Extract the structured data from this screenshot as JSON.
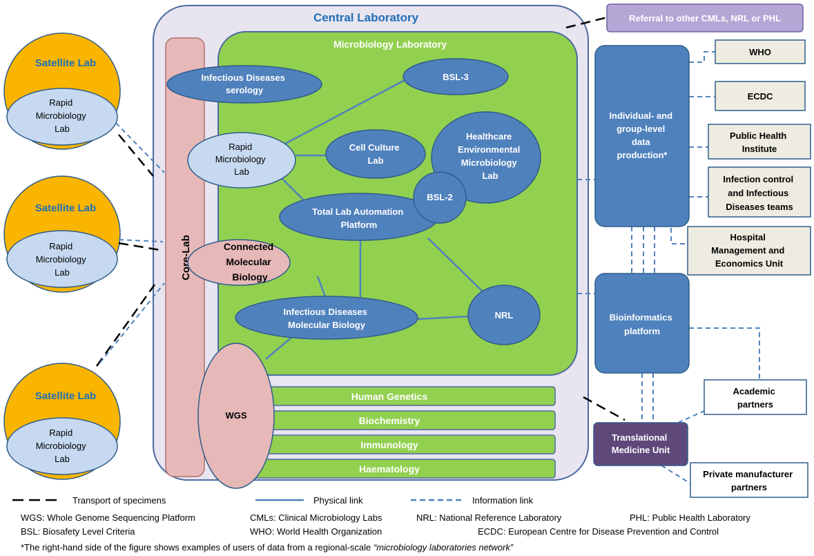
{
  "central": {
    "title": "Central Laboratory",
    "microbiology": {
      "title": "Microbiology Laboratory",
      "nodes": {
        "id_serology": [
          "Infectious Diseases",
          "serology"
        ],
        "bsl3": "BSL-3",
        "rapid": [
          "Rapid",
          "Microbiology",
          "Lab"
        ],
        "cell_culture": [
          "Cell Culture",
          "Lab"
        ],
        "healthcare_env": [
          "Healthcare",
          "Environmental",
          "Microbiology",
          "Lab"
        ],
        "bsl2": "BSL-2",
        "tla": [
          "Total Lab Automation",
          "Platform"
        ],
        "connected_mb": [
          "Connected",
          "Molecular",
          "Biology"
        ],
        "id_mb": [
          "Infectious Diseases",
          "Molecular Biology"
        ],
        "nrl": "NRL"
      }
    },
    "core_lab": "Core-Lab",
    "wgs": "WGS",
    "bars": [
      "Human Genetics",
      "Biochemistry",
      "Immunology",
      "Haematology"
    ]
  },
  "satellites": [
    {
      "title": "Satellite Lab",
      "inner": [
        "Rapid",
        "Microbiology",
        "Lab"
      ]
    },
    {
      "title": "Satellite Lab",
      "inner": [
        "Rapid",
        "Microbiology",
        "Lab"
      ]
    },
    {
      "title": "Satellite Lab",
      "inner": [
        "Rapid",
        "Microbiology",
        "Lab"
      ]
    }
  ],
  "right": {
    "referral": "Referral to other CMLs, NRL or PHL",
    "data_production": [
      "Individual- and",
      "group-level",
      "data",
      "production*"
    ],
    "bioinformatics": [
      "Bioinformatics",
      "platform"
    ],
    "translational": [
      "Translational",
      "Medicine Unit"
    ],
    "who": "WHO",
    "ecdc": "ECDC",
    "phi": [
      "Public Health",
      "Institute"
    ],
    "infection_control": [
      "Infection control",
      "and Infectious",
      "Diseases teams"
    ],
    "hospital": [
      "Hospital",
      "Management and",
      "Economics Unit"
    ],
    "academic": [
      "Academic",
      "partners"
    ],
    "private": [
      "Private manufacturer",
      "partners"
    ]
  },
  "legend": {
    "transport": "Transport of specimens",
    "physical": "Physical link",
    "information": "Information link"
  },
  "abbreviations": {
    "wgs_key": "WGS:",
    "wgs_val": " Whole Genome Sequencing Platform",
    "cml_key": "CMLs:",
    "cml_val": " Clinical  Microbiology Labs",
    "nrl_key": "NRL:",
    "nrl_val": " National Reference Laboratory",
    "phl_key": "PHL:",
    "phl_val": " Public Health Laboratory",
    "bsl_key": "BSL:",
    "bsl_val": " Biosafety Level Criteria",
    "who_key": "WHO:",
    "who_val": " World Health Organization",
    "ecdc_key": "ECDC:",
    "ecdc_val": " European Centre for Disease Prevention and Control"
  },
  "footnote": {
    "text": "*The right-hand side of the figure shows examples of users of data from a regional-scale ",
    "italic": "“microbiology laboratories network”"
  },
  "colors": {
    "central_fill": "#e8e4f0",
    "central_border": "#4a6a9e",
    "micro_green": "#92d050",
    "node_blue": "#4f81bd",
    "node_blue_border": "#2e5c8a",
    "light_blue": "#c6d9f1",
    "pink": "#e6b9b8",
    "pink_border": "#b07070",
    "sat_orange": "#f9b500",
    "right_blue": "#4f81bd",
    "beige": "#eeece1",
    "purple_light": "#b4a7d6",
    "purple_dark": "#5f497a",
    "title_blue": "#1f6fb8"
  }
}
